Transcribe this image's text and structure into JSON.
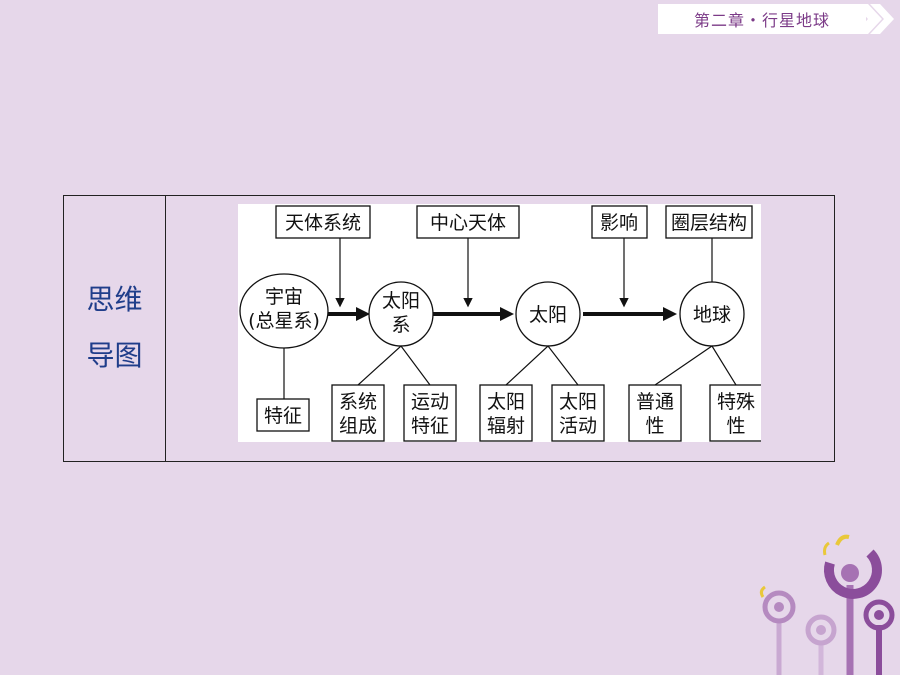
{
  "header": {
    "chapter": "第二章・行星地球"
  },
  "side_label": {
    "line1": "思维",
    "line2": "导图"
  },
  "diagram": {
    "top_boxes": [
      "天体系统",
      "中心天体",
      "影响",
      "圈层结构"
    ],
    "nodes": {
      "universe_l1": "宇宙",
      "universe_l2": "(总星系)",
      "solar_system_l1": "太阳",
      "solar_system_l2": "系",
      "sun": "太阳",
      "earth": "地球"
    },
    "bottom_boxes": {
      "universe_feature": "特征",
      "system_composition": [
        "系统",
        "组成"
      ],
      "motion_feature": [
        "运动",
        "特征"
      ],
      "solar_radiation": [
        "太阳",
        "辐射"
      ],
      "solar_activity": [
        "太阳",
        "活动"
      ],
      "commonality": [
        "普通",
        "性"
      ],
      "particularity": [
        "特殊",
        "性"
      ]
    }
  },
  "colors": {
    "background": "#e6d7ea",
    "accent": "#7b3a87",
    "label_text": "#1f3d8a"
  }
}
